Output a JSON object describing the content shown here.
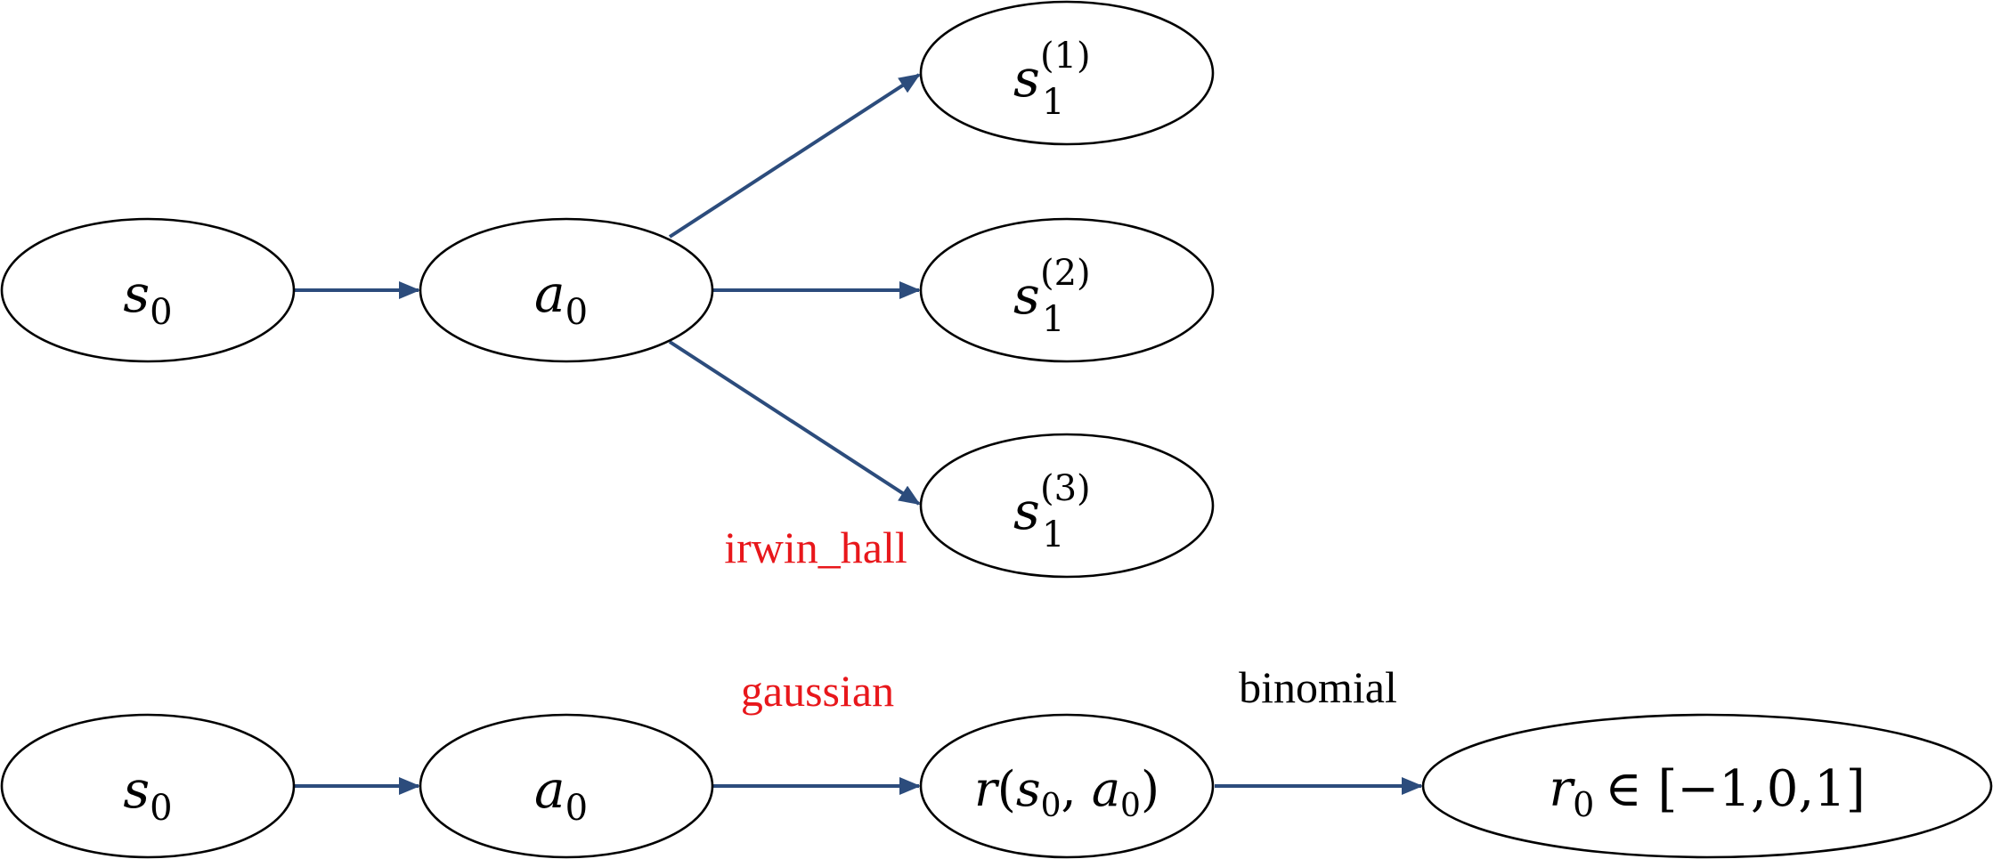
{
  "diagram": {
    "top": {
      "s0": {
        "base": "s",
        "sub": "0"
      },
      "a0": {
        "base": "a",
        "sub": "0"
      },
      "s1_1": {
        "base": "s",
        "sub": "1",
        "sup": "(1)"
      },
      "s1_2": {
        "base": "s",
        "sub": "1",
        "sup": "(2)"
      },
      "s1_3": {
        "base": "s",
        "sub": "1",
        "sup": "(3)"
      },
      "transition_label": "irwin_hall"
    },
    "bottom": {
      "s0": {
        "base": "s",
        "sub": "0"
      },
      "a0": {
        "base": "a",
        "sub": "0"
      },
      "reward": {
        "r": "r",
        "open": "(",
        "s": "s",
        "s_sub": "0",
        "comma": ", ",
        "a": "a",
        "a_sub": "0",
        "close": ")"
      },
      "reward_discrete": {
        "base": "r",
        "sub": "0",
        "rest": "∈ [−1,0,1]"
      },
      "reward_label": "gaussian",
      "discretize_label": "binomial"
    },
    "colors": {
      "edge": "#2c4c7c",
      "highlight_label": "#e8171b",
      "plain_label": "#000000"
    }
  }
}
